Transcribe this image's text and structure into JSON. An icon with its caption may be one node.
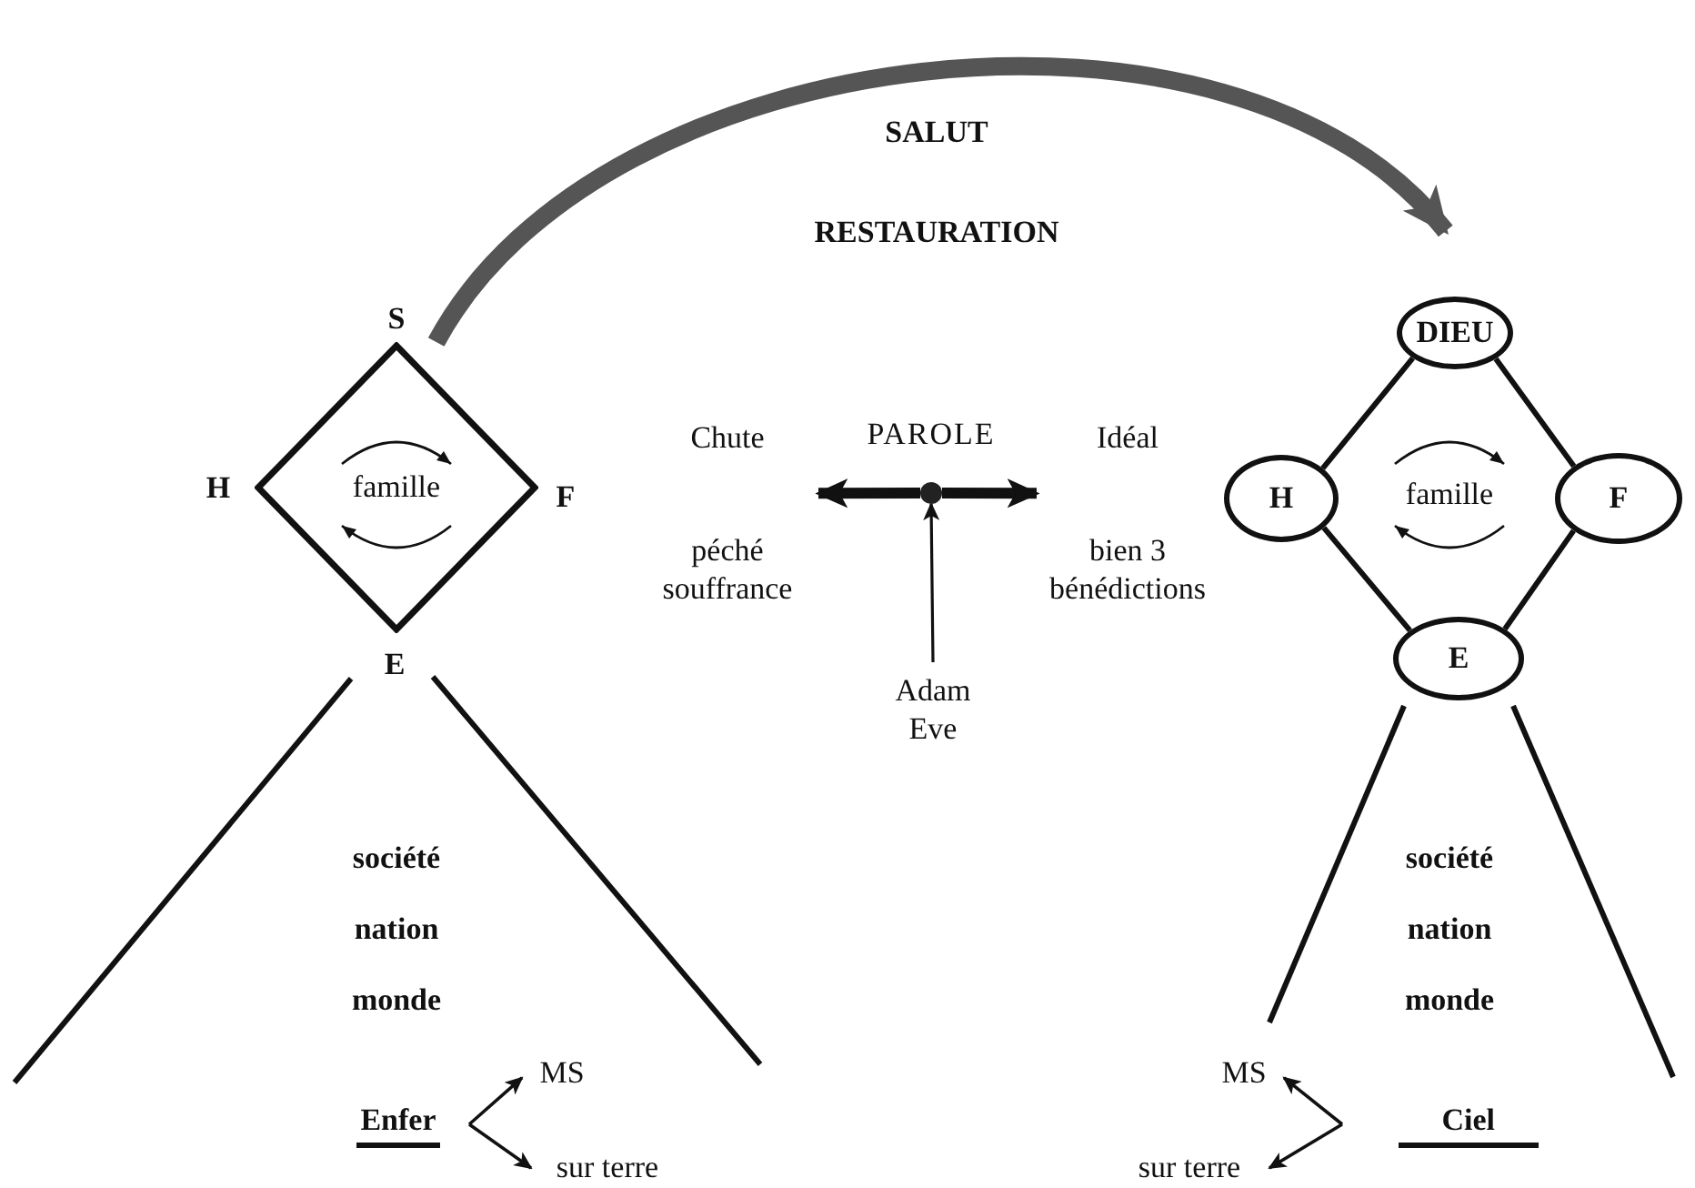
{
  "diagram": {
    "nodes": [
      {
        "text": [
          "famille"
        ],
        "beside": [
          "S",
          "H",
          "F",
          "E"
        ]
      },
      {
        "text": [
          "DIEU"
        ]
      },
      {
        "text": [
          "Chute",
          "péché souffrance"
        ]
      },
      {
        "text": [],
        "shape": "circle",
        "beside": [
          "PAROLE"
        ]
      },
      {
        "text": [
          "Idéal",
          "bien 3 bénédictions"
        ]
      },
      {
        "text": [
          "H"
        ]
      },
      {
        "text": [
          "F"
        ]
      },
      {
        "text": [
          "E"
        ]
      },
      {
        "text": [
          "Adam Eve"
        ]
      },
      {
        "text": [
          "Enfer"
        ]
      },
      {
        "text": [
          "MS"
        ]
      },
      {
        "text": [
          "sur terre"
        ]
      },
      {
        "text": [
          "MS"
        ]
      },
      {
        "text": [
          "Ciel"
        ]
      },
      {
        "text": [
          "sur terre"
        ]
      }
    ],
    "edges": [
      {
        "from": 0,
        "to": 1,
        "arrow": "to",
        "style": "thick",
        "color": "#555555"
      },
      {
        "from": 3,
        "to": 2,
        "arrow": "to",
        "style": "thick"
      },
      {
        "from": 3,
        "to": 4,
        "arrow": "to",
        "style": "thick"
      },
      {
        "from": 8,
        "to": 3,
        "arrow": "to"
      },
      {
        "from": 1,
        "to": 5,
        "arrow": "none"
      },
      {
        "from": 1,
        "to": 6,
        "arrow": "none"
      },
      {
        "from": 5,
        "to": 7,
        "arrow": "none"
      },
      {
        "from": 6,
        "to": 7,
        "arrow": "none"
      },
      {
        "from": 9,
        "to": 10,
        "arrow": "to"
      },
      {
        "from": 9,
        "to": 11,
        "arrow": "to"
      },
      {
        "from": 13,
        "to": 12,
        "arrow": "to"
      },
      {
        "from": 13,
        "to": 14,
        "arrow": "to"
      }
    ],
    "labels": [
      "SALUT",
      "RESTAURATION",
      "famille",
      "société",
      "société",
      "nation",
      "nation",
      "monde",
      "monde"
    ]
  }
}
